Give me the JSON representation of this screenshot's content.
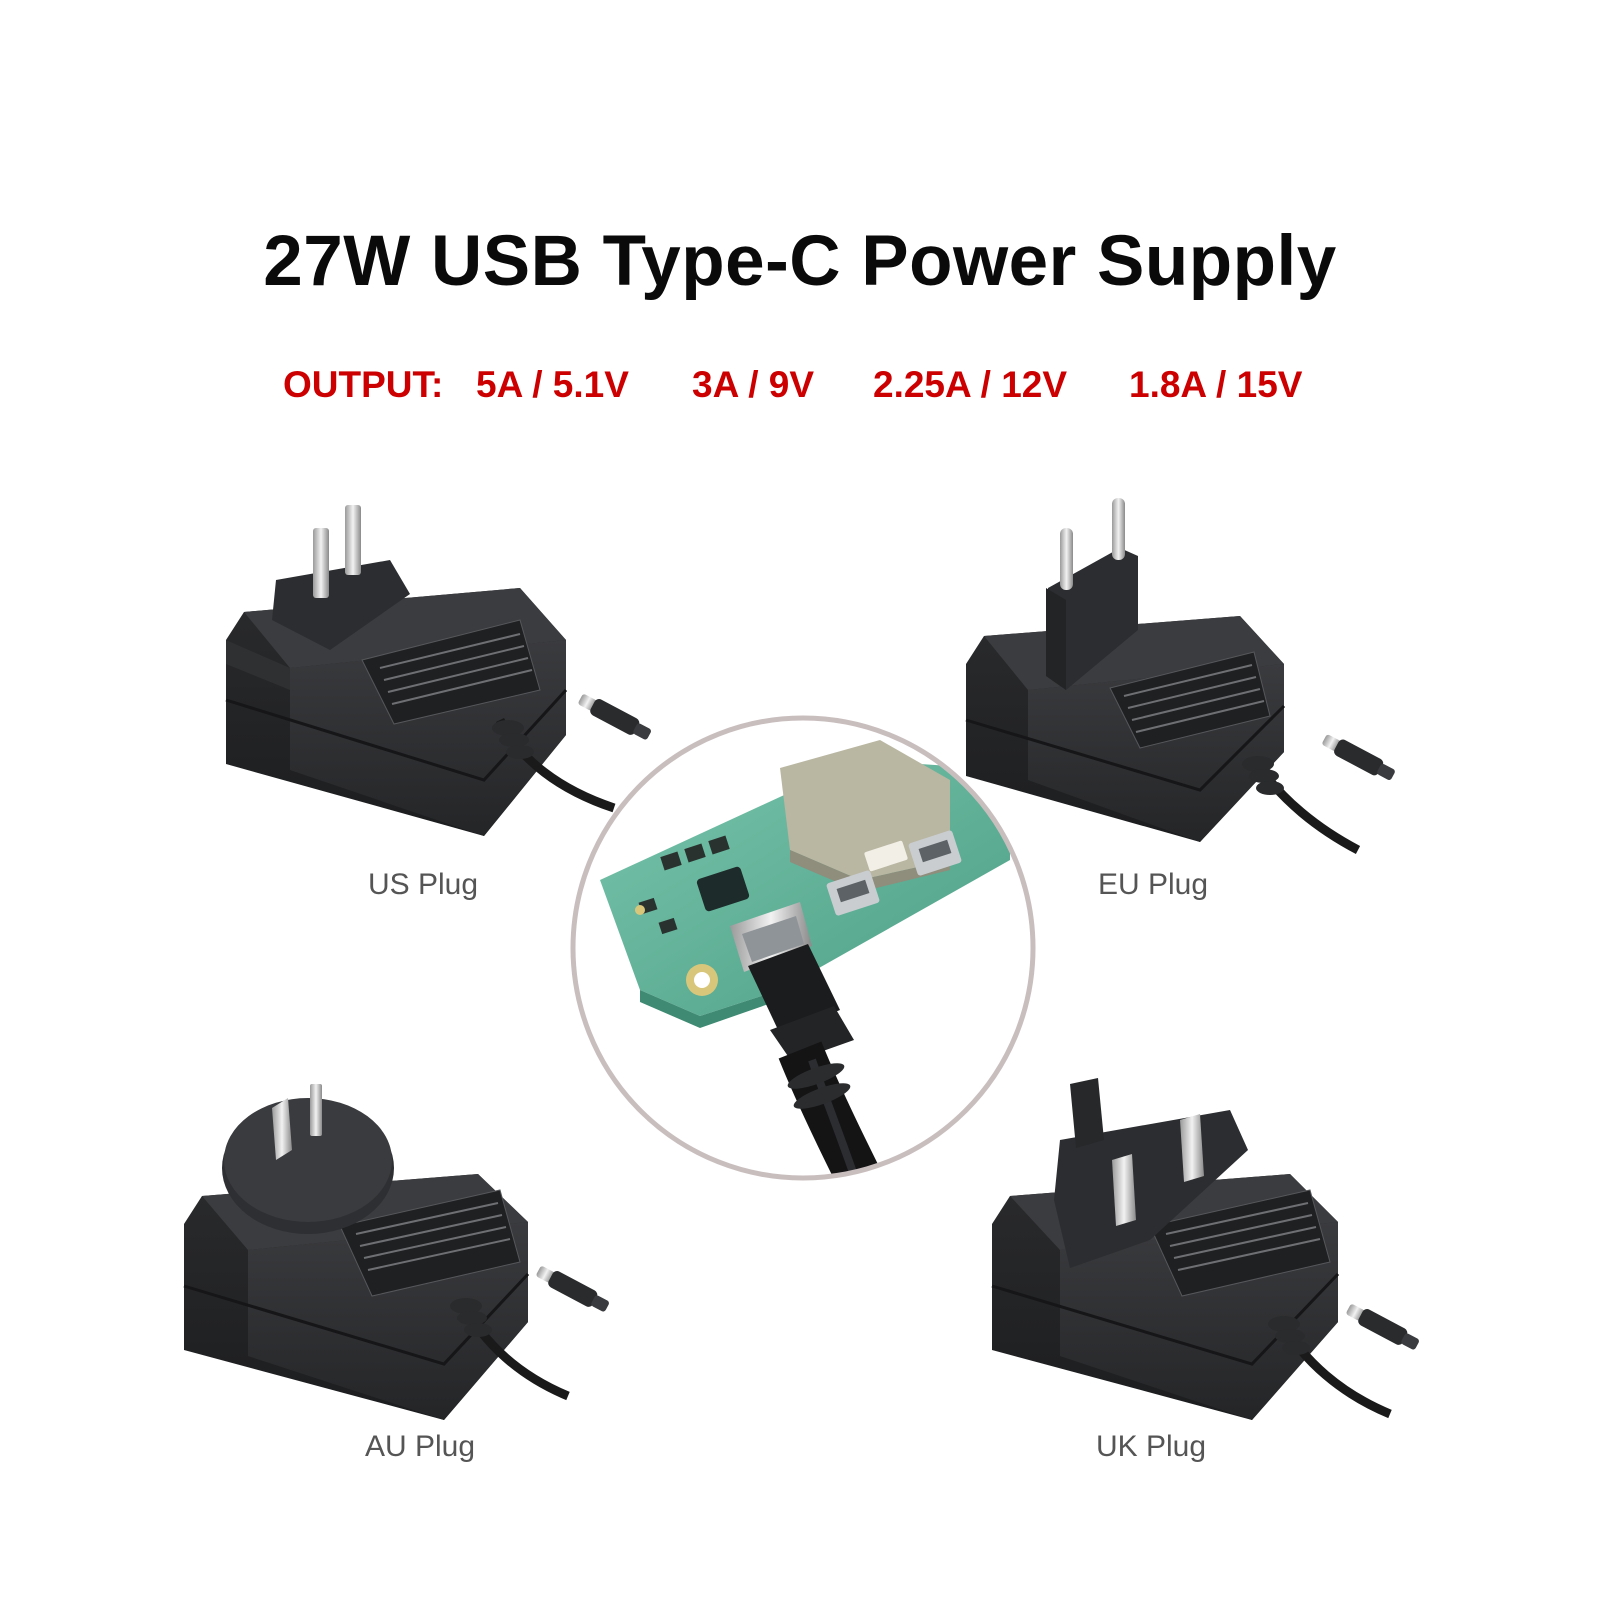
{
  "title": "27W USB Type-C Power Supply",
  "output": {
    "label": "OUTPUT:",
    "ratings": [
      "5A / 5.1V",
      "3A / 9V",
      "2.25A / 12V",
      "1.8A / 15V"
    ]
  },
  "plugs": {
    "us": "US Plug",
    "eu": "EU Plug",
    "au": "AU Plug",
    "uk": "UK Plug"
  },
  "colors": {
    "title": "#0a0a0a",
    "output": "#cc0000",
    "caption": "#555555",
    "adapter_body": "#2b2c2e",
    "circle_border": "#c9bebe",
    "pcb": "#5fb39a"
  }
}
